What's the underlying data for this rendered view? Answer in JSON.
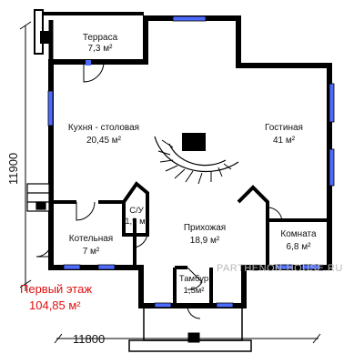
{
  "plan": {
    "rooms": [
      {
        "name": "Терраса",
        "area": "7,3 м²"
      },
      {
        "name": "Кухня - столовая",
        "area": "20,45 м²"
      },
      {
        "name": "Гостиная",
        "area": "41 м²"
      },
      {
        "name": "С/У",
        "area": "1,9 м²"
      },
      {
        "name": "Котельная",
        "area": "7 м²"
      },
      {
        "name": "Прихожая",
        "area": "18,9 м²"
      },
      {
        "name": "Комната",
        "area": "6,8 м²"
      },
      {
        "name": "Тамбур",
        "area": "1,5м²"
      }
    ],
    "dim_vertical": "11900",
    "dim_horizontal": "11800",
    "floor_name": "Первый этаж",
    "floor_area": "104,85 м²",
    "watermark": "PARTHENON-HOUSE.RU",
    "colors": {
      "wall": "#000000",
      "window": "#4d6bff",
      "title": "#e01010",
      "watermark": "#b9b9b9"
    }
  }
}
